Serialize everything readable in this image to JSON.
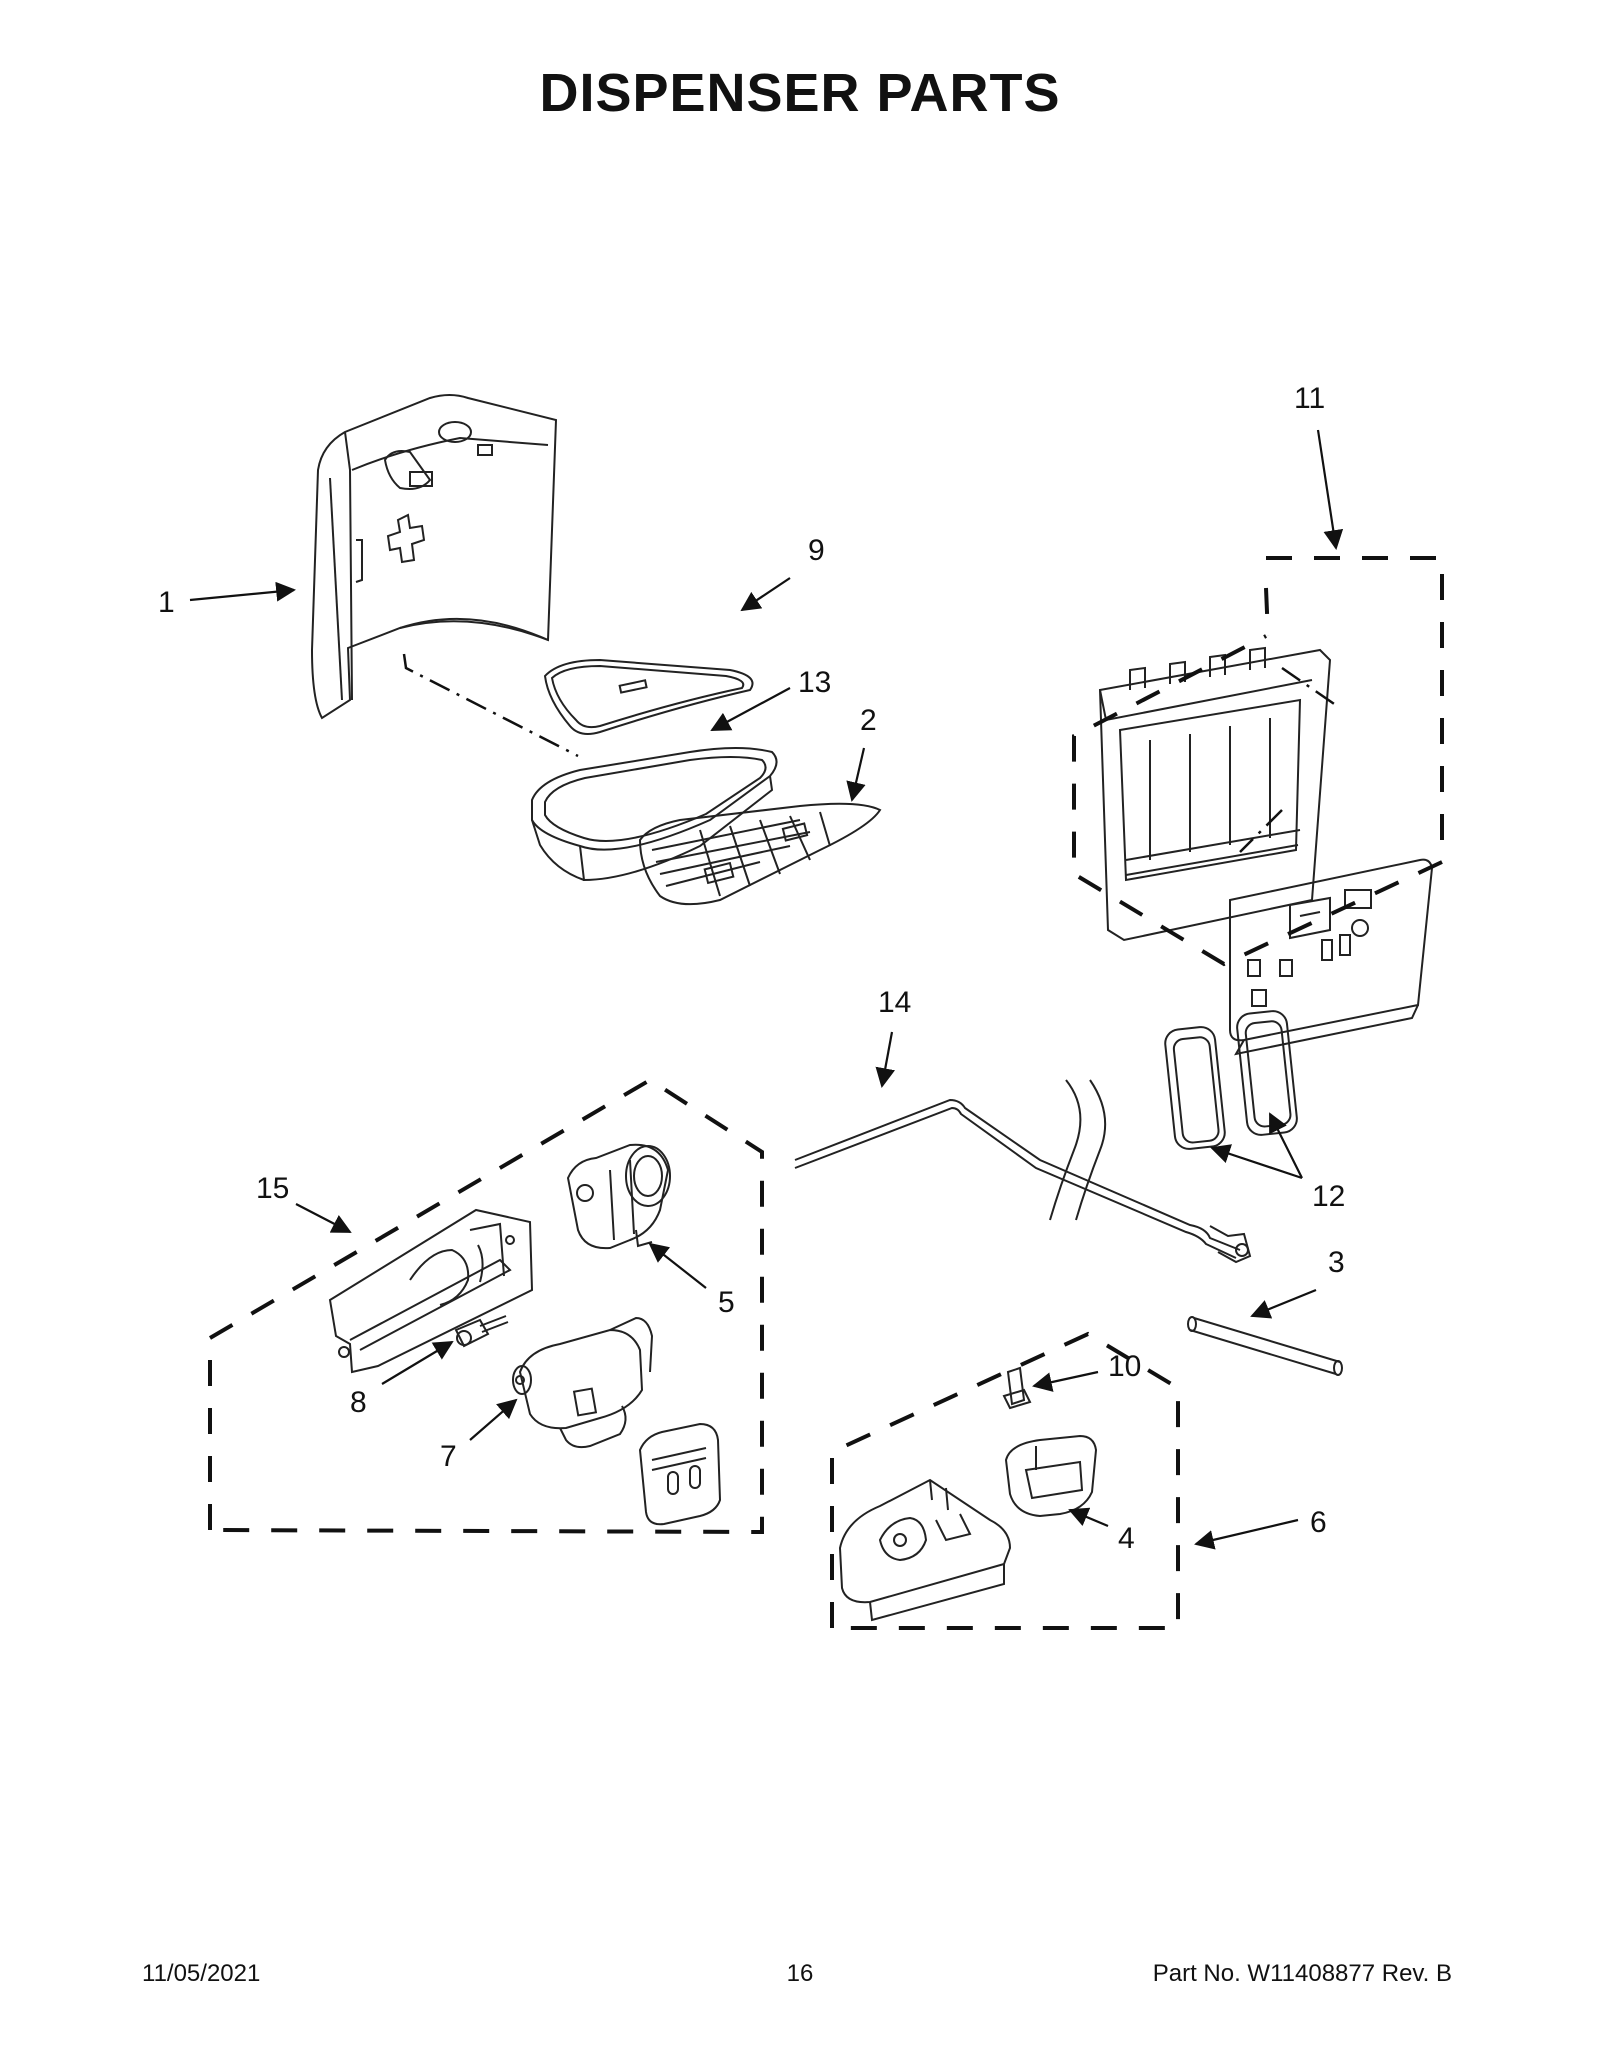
{
  "page": {
    "title": "DISPENSER PARTS"
  },
  "callouts": {
    "c1": "1",
    "c2": "2",
    "c3": "3",
    "c4": "4",
    "c5": "5",
    "c6": "6",
    "c7": "7",
    "c8": "8",
    "c9": "9",
    "c10": "10",
    "c11": "11",
    "c12": "12",
    "c13": "13",
    "c14": "14",
    "c15": "15"
  },
  "footer": {
    "date": "11/05/2021",
    "page_number": "16",
    "part_number": "Part No.  W11408877  Rev.  B"
  }
}
